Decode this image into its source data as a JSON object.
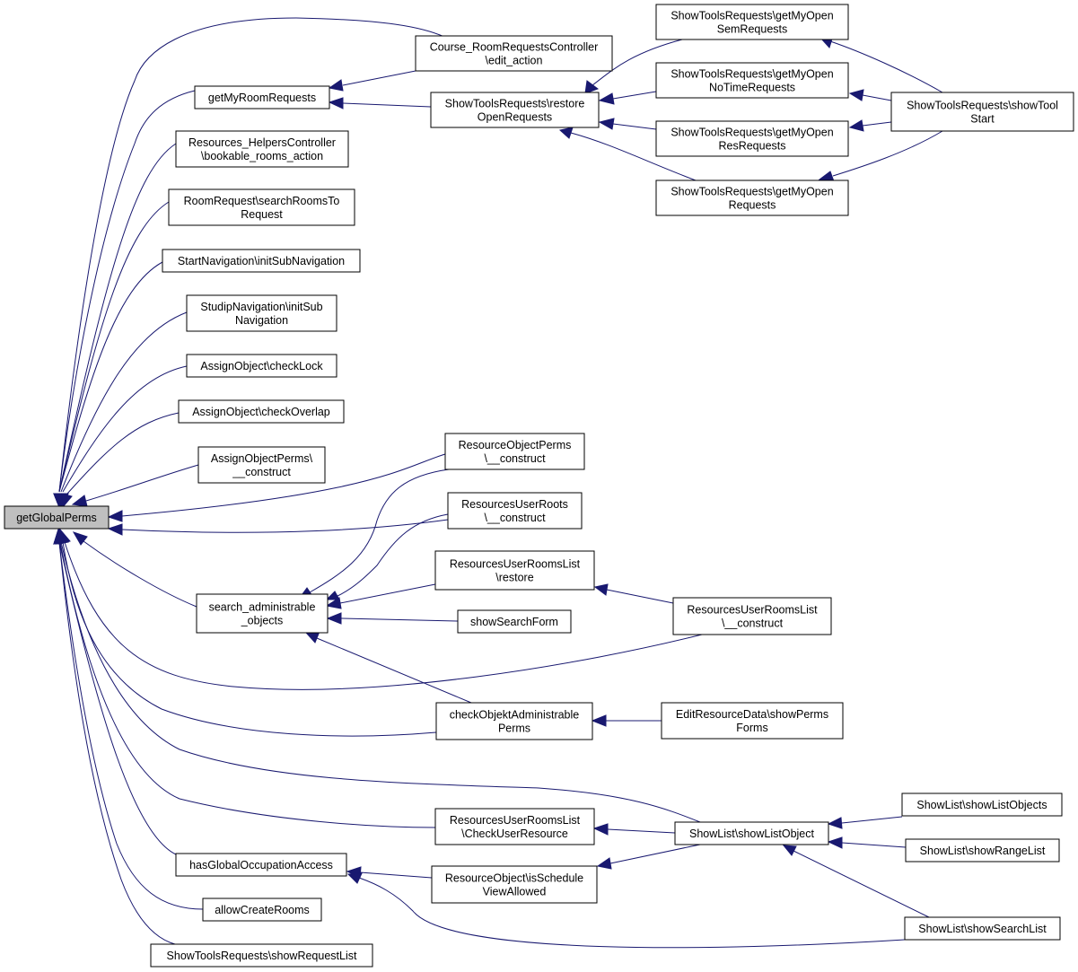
{
  "nodes": [
    {
      "id": "root",
      "lines": [
        "getGlobalPerms"
      ]
    },
    {
      "id": "course_room_req",
      "lines": [
        "Course_RoomRequestsController",
        "\\edit_action"
      ]
    },
    {
      "id": "get_my_room_req",
      "lines": [
        "getMyRoomRequests"
      ]
    },
    {
      "id": "restore_open",
      "lines": [
        "ShowToolsRequests\\restore",
        "OpenRequests"
      ]
    },
    {
      "id": "my_open_sem",
      "lines": [
        "ShowToolsRequests\\getMyOpen",
        "SemRequests"
      ]
    },
    {
      "id": "my_open_notime",
      "lines": [
        "ShowToolsRequests\\getMyOpen",
        "NoTimeRequests"
      ]
    },
    {
      "id": "my_open_res",
      "lines": [
        "ShowToolsRequests\\getMyOpen",
        "ResRequests"
      ]
    },
    {
      "id": "my_open_req",
      "lines": [
        "ShowToolsRequests\\getMyOpen",
        "Requests"
      ]
    },
    {
      "id": "show_tool_start",
      "lines": [
        "ShowToolsRequests\\showTool",
        "Start"
      ]
    },
    {
      "id": "bookable_rooms",
      "lines": [
        "Resources_HelpersController",
        "\\bookable_rooms_action"
      ]
    },
    {
      "id": "search_rooms_to_req",
      "lines": [
        "RoomRequest\\searchRoomsTo",
        "Request"
      ]
    },
    {
      "id": "start_nav",
      "lines": [
        "StartNavigation\\initSubNavigation"
      ]
    },
    {
      "id": "studip_nav",
      "lines": [
        "StudipNavigation\\initSub",
        "Navigation"
      ]
    },
    {
      "id": "check_lock",
      "lines": [
        "AssignObject\\checkLock"
      ]
    },
    {
      "id": "check_overlap",
      "lines": [
        "AssignObject\\checkOverlap"
      ]
    },
    {
      "id": "assign_obj_perms",
      "lines": [
        "AssignObjectPerms\\",
        "__construct"
      ]
    },
    {
      "id": "res_obj_perms",
      "lines": [
        "ResourceObjectPerms",
        "\\__construct"
      ]
    },
    {
      "id": "res_user_roots",
      "lines": [
        "ResourcesUserRoots",
        "\\__construct"
      ]
    },
    {
      "id": "search_admin",
      "lines": [
        "search_administrable",
        "_objects"
      ]
    },
    {
      "id": "rooms_list_restore",
      "lines": [
        "ResourcesUserRoomsList",
        "\\restore"
      ]
    },
    {
      "id": "rooms_list_construct",
      "lines": [
        "ResourcesUserRoomsList",
        "\\__construct"
      ]
    },
    {
      "id": "show_search_form",
      "lines": [
        "showSearchForm"
      ]
    },
    {
      "id": "check_obj_admin",
      "lines": [
        "checkObjektAdministrable",
        "Perms"
      ]
    },
    {
      "id": "edit_res_data",
      "lines": [
        "EditResourceData\\showPerms",
        "Forms"
      ]
    },
    {
      "id": "rooms_list_check",
      "lines": [
        "ResourcesUserRoomsList",
        "\\CheckUserResource"
      ]
    },
    {
      "id": "show_list_object",
      "lines": [
        "ShowList\\showListObject"
      ]
    },
    {
      "id": "show_list_objects",
      "lines": [
        "ShowList\\showListObjects"
      ]
    },
    {
      "id": "show_range_list",
      "lines": [
        "ShowList\\showRangeList"
      ]
    },
    {
      "id": "show_search_list",
      "lines": [
        "ShowList\\showSearchList"
      ]
    },
    {
      "id": "has_global_occ",
      "lines": [
        "hasGlobalOccupationAccess"
      ]
    },
    {
      "id": "is_schedule_view",
      "lines": [
        "ResourceObject\\isSchedule",
        "ViewAllowed"
      ]
    },
    {
      "id": "allow_create_rooms",
      "lines": [
        "allowCreateRooms"
      ]
    },
    {
      "id": "show_request_list",
      "lines": [
        "ShowToolsRequests\\showRequestList"
      ]
    }
  ],
  "edges": [
    {
      "from": "course_room_req",
      "to": "root"
    },
    {
      "from": "get_my_room_req",
      "to": "root"
    },
    {
      "from": "course_room_req",
      "to": "get_my_room_req"
    },
    {
      "from": "restore_open",
      "to": "get_my_room_req"
    },
    {
      "from": "my_open_sem",
      "to": "restore_open"
    },
    {
      "from": "my_open_notime",
      "to": "restore_open"
    },
    {
      "from": "my_open_res",
      "to": "restore_open"
    },
    {
      "from": "my_open_req",
      "to": "restore_open"
    },
    {
      "from": "show_tool_start",
      "to": "my_open_sem"
    },
    {
      "from": "show_tool_start",
      "to": "my_open_notime"
    },
    {
      "from": "show_tool_start",
      "to": "my_open_res"
    },
    {
      "from": "show_tool_start",
      "to": "my_open_req"
    },
    {
      "from": "bookable_rooms",
      "to": "root"
    },
    {
      "from": "search_rooms_to_req",
      "to": "root"
    },
    {
      "from": "start_nav",
      "to": "root"
    },
    {
      "from": "studip_nav",
      "to": "root"
    },
    {
      "from": "check_lock",
      "to": "root"
    },
    {
      "from": "check_overlap",
      "to": "root"
    },
    {
      "from": "assign_obj_perms",
      "to": "root"
    },
    {
      "from": "res_obj_perms",
      "to": "root"
    },
    {
      "from": "res_user_roots",
      "to": "root"
    },
    {
      "from": "search_admin",
      "to": "root"
    },
    {
      "from": "rooms_list_construct",
      "to": "root"
    },
    {
      "from": "check_obj_admin",
      "to": "root"
    },
    {
      "from": "show_list_object",
      "to": "root"
    },
    {
      "from": "rooms_list_check",
      "to": "root"
    },
    {
      "from": "has_global_occ",
      "to": "root"
    },
    {
      "from": "allow_create_rooms",
      "to": "root"
    },
    {
      "from": "show_request_list",
      "to": "root"
    },
    {
      "from": "res_obj_perms",
      "to": "search_admin"
    },
    {
      "from": "res_user_roots",
      "to": "search_admin"
    },
    {
      "from": "rooms_list_restore",
      "to": "search_admin"
    },
    {
      "from": "show_search_form",
      "to": "search_admin"
    },
    {
      "from": "check_obj_admin",
      "to": "search_admin"
    },
    {
      "from": "rooms_list_construct",
      "to": "rooms_list_restore"
    },
    {
      "from": "edit_res_data",
      "to": "check_obj_admin"
    },
    {
      "from": "show_list_object",
      "to": "rooms_list_check"
    },
    {
      "from": "show_list_objects",
      "to": "show_list_object"
    },
    {
      "from": "show_range_list",
      "to": "show_list_object"
    },
    {
      "from": "show_search_list",
      "to": "show_list_object"
    },
    {
      "from": "is_schedule_view",
      "to": "has_global_occ"
    },
    {
      "from": "show_search_list",
      "to": "has_global_occ"
    },
    {
      "from": "show_list_object",
      "to": "is_schedule_view"
    }
  ],
  "colors": {
    "edge": "#191970",
    "node_border": "#000000",
    "node_fill": "#ffffff",
    "root_fill": "#bfbfbf"
  }
}
